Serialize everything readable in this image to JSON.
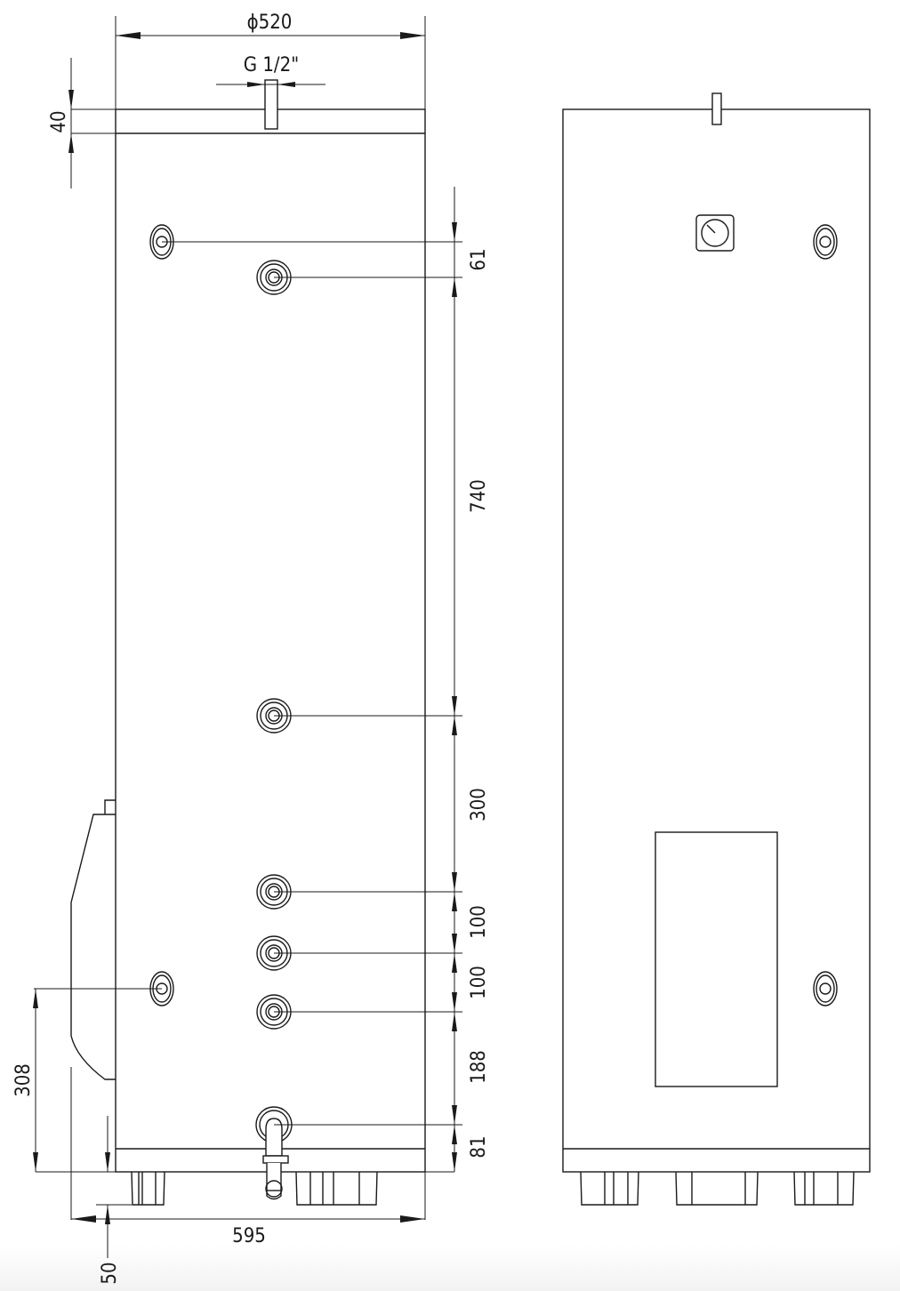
{
  "title": "Hot water cylinder dimension drawing",
  "dimensions": {
    "diameter": "ϕ520",
    "connection": "G 1/2\"",
    "top_cap": "40",
    "port_gap_1": "61",
    "port_gap_2": "740",
    "port_gap_3": "300",
    "port_gap_4": "100",
    "port_gap_5": "100",
    "port_gap_6": "188",
    "port_gap_7": "81",
    "side_port_height": "308",
    "total_depth": "595",
    "foot_height": "50"
  }
}
